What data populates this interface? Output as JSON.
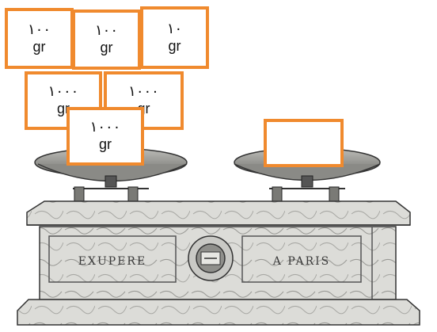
{
  "colors": {
    "card_border": "#F08A2E",
    "engraving": "#3a3a3a",
    "stone": "#d9d9d6"
  },
  "scale": {
    "icon": "balance-scale-icon",
    "engraving_left": "EXUPERE",
    "engraving_right": "A PARIS"
  },
  "weights": [
    {
      "value": "١٠٠",
      "unit": "gr"
    },
    {
      "value": "١٠٠",
      "unit": "gr"
    },
    {
      "value": "١٠",
      "unit": "gr"
    },
    {
      "value": "١٠٠٠",
      "unit": "gr"
    },
    {
      "value": "١٠٠٠",
      "unit": "gr"
    },
    {
      "value": "١٠٠٠",
      "unit": "gr"
    }
  ],
  "answer_box": {
    "value": ""
  }
}
